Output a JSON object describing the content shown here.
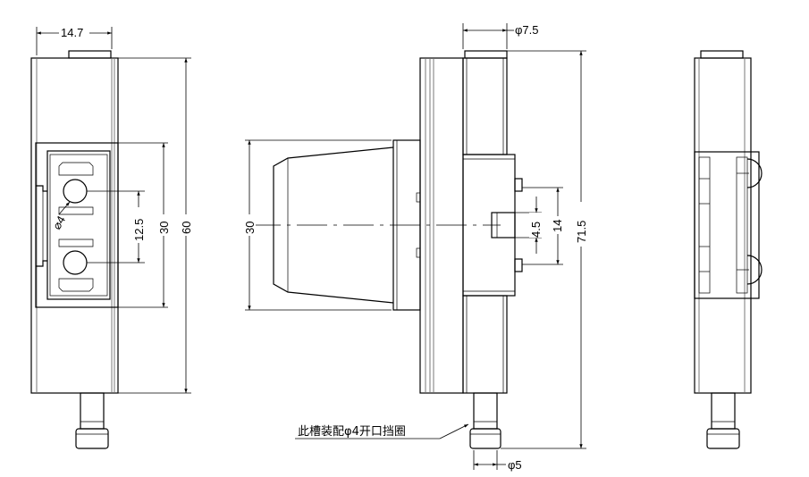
{
  "dimensions": {
    "width_top": "14.7",
    "height_total_left": "60",
    "window_height": "30",
    "hole_pitch": "12.5",
    "hole_dia": "⌀4",
    "pin_dia_top": "φ7.5",
    "left_cap_height": "30",
    "center_slot": "4.5",
    "center_block": "14",
    "height_total_mid": "71.5",
    "pin_dia_bottom": "φ5"
  },
  "annotations": {
    "groove_note": "此槽装配φ4开口挡圈"
  },
  "colors": {
    "line": "#000000",
    "hidden_line": "#6a6a6a",
    "background": "#ffffff"
  }
}
